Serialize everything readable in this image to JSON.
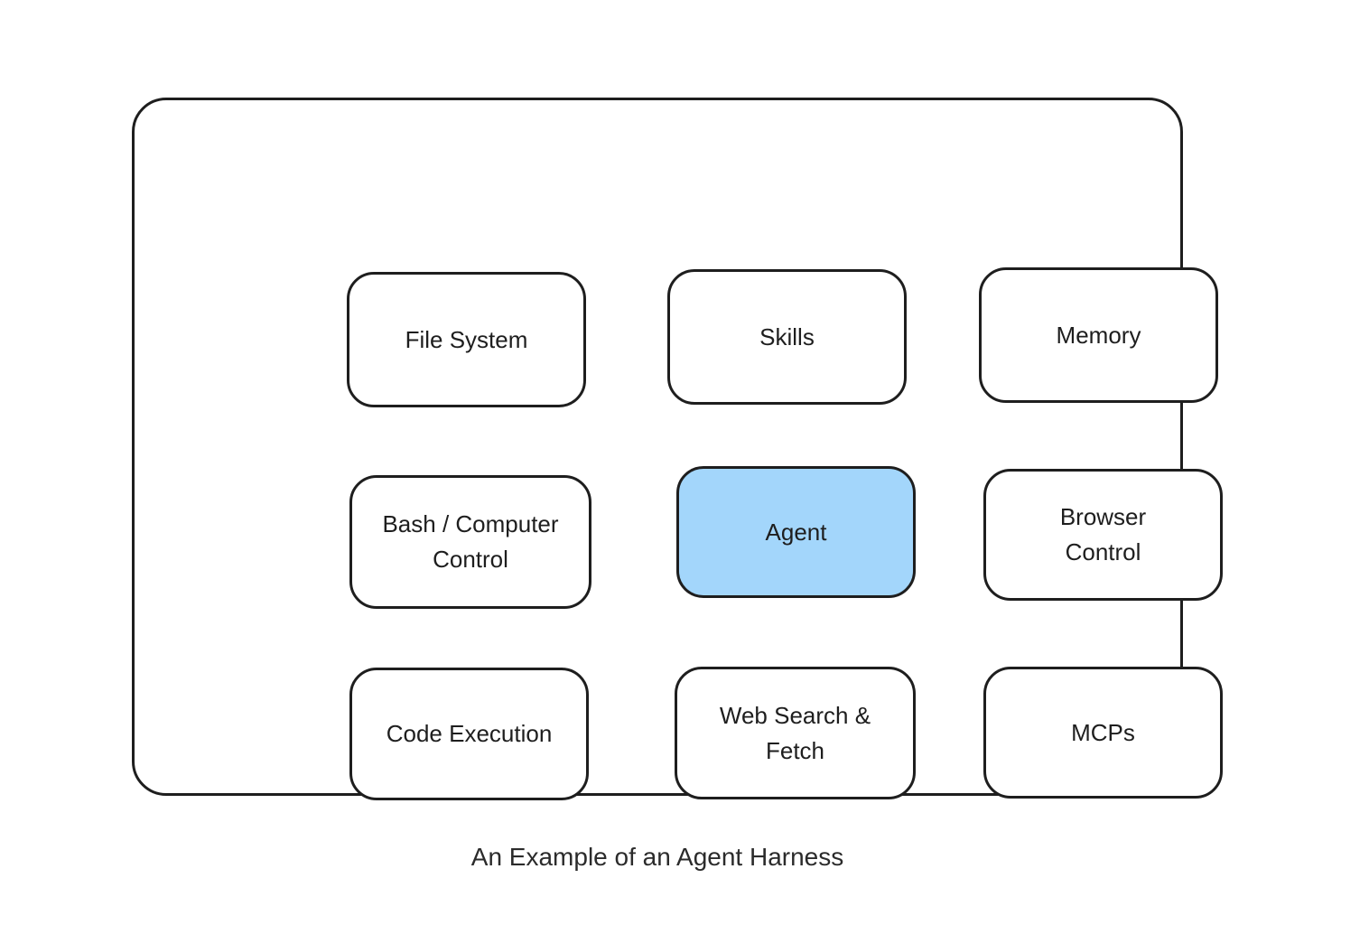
{
  "caption": "An Example of an Agent Harness",
  "colors": {
    "background": "#ffffff",
    "text": "#1e1e1e",
    "node-border": "#1e1e1e",
    "node-fill": "#ffffff",
    "highlight-fill": "#a3d6fb"
  },
  "nodes": [
    {
      "id": "file-system",
      "label": "File System",
      "highlighted": false
    },
    {
      "id": "skills",
      "label": "Skills",
      "highlighted": false
    },
    {
      "id": "memory",
      "label": "Memory",
      "highlighted": false
    },
    {
      "id": "bash-computer-control",
      "label": "Bash / Computer Control",
      "highlighted": false
    },
    {
      "id": "agent",
      "label": "Agent",
      "highlighted": true
    },
    {
      "id": "browser-control",
      "label": "Browser Control",
      "highlighted": false
    },
    {
      "id": "code-execution",
      "label": "Code Execution",
      "highlighted": false
    },
    {
      "id": "web-search-fetch",
      "label": "Web Search & Fetch",
      "highlighted": false
    },
    {
      "id": "mcps",
      "label": "MCPs",
      "highlighted": false
    }
  ]
}
